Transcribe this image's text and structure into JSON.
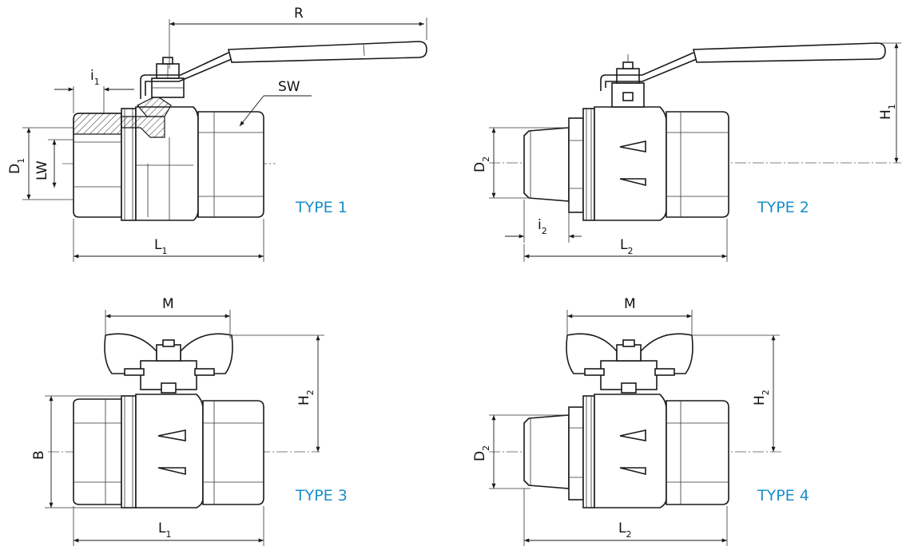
{
  "colors": {
    "type_label": "#1b8ec9",
    "line": "#1a1a1a"
  },
  "types": [
    {
      "label": "TYPE 1"
    },
    {
      "label": "TYPE 2"
    },
    {
      "label": "TYPE 3"
    },
    {
      "label": "TYPE 4"
    }
  ],
  "dims": {
    "R": "R",
    "SW": "SW",
    "i": "i",
    "i1_sub": "1",
    "i2_sub": "2",
    "D": "D",
    "D1_sub": "1",
    "D2_sub": "2",
    "LW": "LW",
    "L": "L",
    "L1_sub": "1",
    "L2_sub": "2",
    "H": "H",
    "H1_sub": "1",
    "H2_sub": "2",
    "M": "M",
    "B": "B"
  }
}
